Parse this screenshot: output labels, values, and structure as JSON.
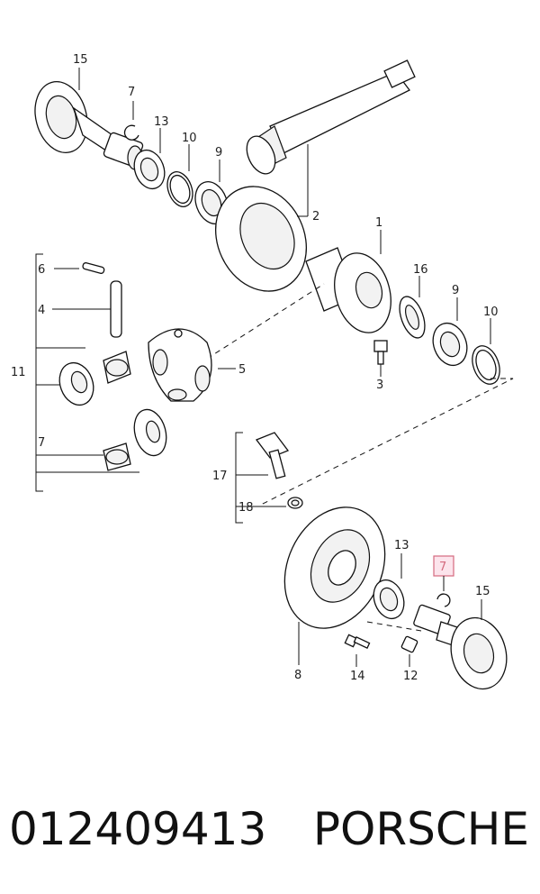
{
  "callouts": {
    "c15a": "15",
    "c7a": "7",
    "c13a": "13",
    "c10a": "10",
    "c9a": "9",
    "c2": "2",
    "c1": "1",
    "c16": "16",
    "c9b": "9",
    "c10b": "10",
    "c3": "3",
    "c6": "6",
    "c4": "4",
    "c11": "11",
    "c5": "5",
    "c7b": "7",
    "c17": "17",
    "c18": "18",
    "c13b": "13",
    "c7c": "7",
    "c15b": "15",
    "c8": "8",
    "c14": "14",
    "c12": "12"
  },
  "highlight_color": "#d46a7e",
  "footer": {
    "part_number": "012409413",
    "brand": "PORSCHE"
  }
}
